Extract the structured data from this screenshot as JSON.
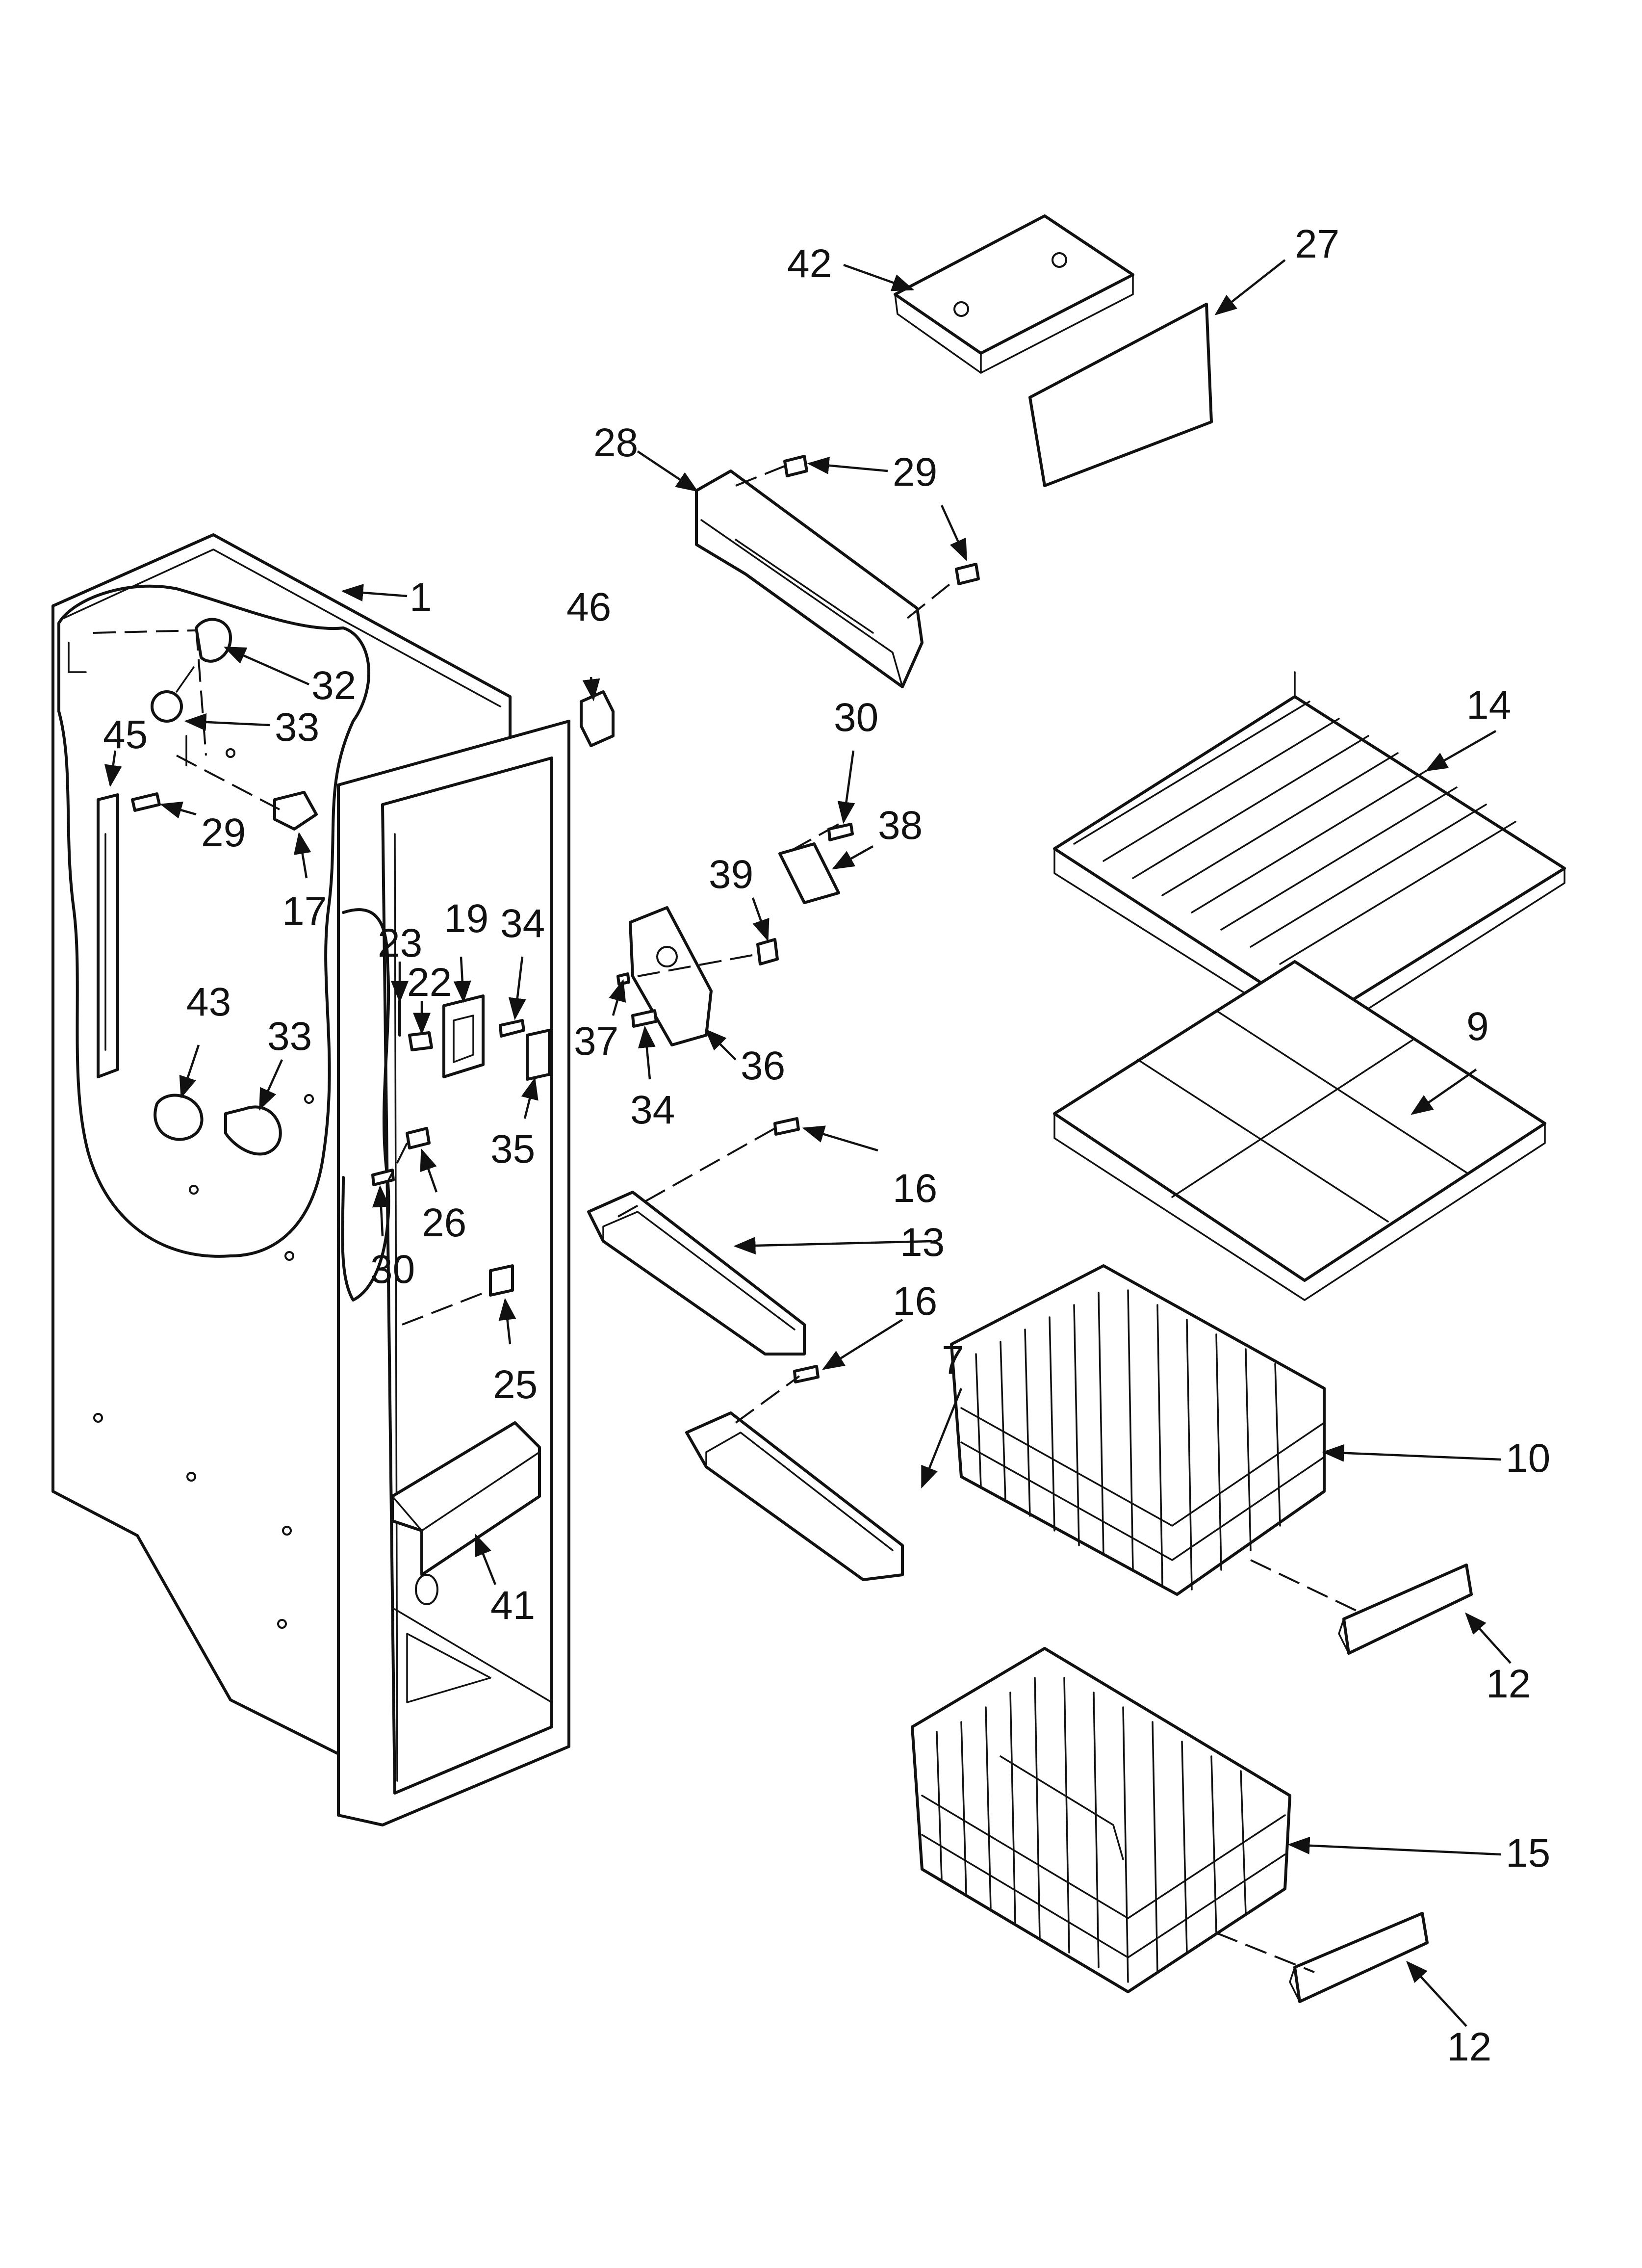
{
  "diagram": {
    "callouts": [
      {
        "id": "c1",
        "label": "1"
      },
      {
        "id": "c7",
        "label": "7"
      },
      {
        "id": "c9",
        "label": "9"
      },
      {
        "id": "c10",
        "label": "10"
      },
      {
        "id": "c12a",
        "label": "12"
      },
      {
        "id": "c12b",
        "label": "12"
      },
      {
        "id": "c13",
        "label": "13"
      },
      {
        "id": "c14",
        "label": "14"
      },
      {
        "id": "c15",
        "label": "15"
      },
      {
        "id": "c16a",
        "label": "16"
      },
      {
        "id": "c16b",
        "label": "16"
      },
      {
        "id": "c17",
        "label": "17"
      },
      {
        "id": "c19",
        "label": "19"
      },
      {
        "id": "c22",
        "label": "22"
      },
      {
        "id": "c23",
        "label": "23"
      },
      {
        "id": "c25",
        "label": "25"
      },
      {
        "id": "c26",
        "label": "26"
      },
      {
        "id": "c27",
        "label": "27"
      },
      {
        "id": "c28",
        "label": "28"
      },
      {
        "id": "c29a",
        "label": "29"
      },
      {
        "id": "c29b",
        "label": "29"
      },
      {
        "id": "c30a",
        "label": "30"
      },
      {
        "id": "c30b",
        "label": "30"
      },
      {
        "id": "c32",
        "label": "32"
      },
      {
        "id": "c33a",
        "label": "33"
      },
      {
        "id": "c33b",
        "label": "33"
      },
      {
        "id": "c34a",
        "label": "34"
      },
      {
        "id": "c34b",
        "label": "34"
      },
      {
        "id": "c35",
        "label": "35"
      },
      {
        "id": "c36",
        "label": "36"
      },
      {
        "id": "c37",
        "label": "37"
      },
      {
        "id": "c38",
        "label": "38"
      },
      {
        "id": "c39",
        "label": "39"
      },
      {
        "id": "c41",
        "label": "41"
      },
      {
        "id": "c42",
        "label": "42"
      },
      {
        "id": "c43",
        "label": "43"
      },
      {
        "id": "c45",
        "label": "45"
      },
      {
        "id": "c46",
        "label": "46"
      }
    ]
  }
}
